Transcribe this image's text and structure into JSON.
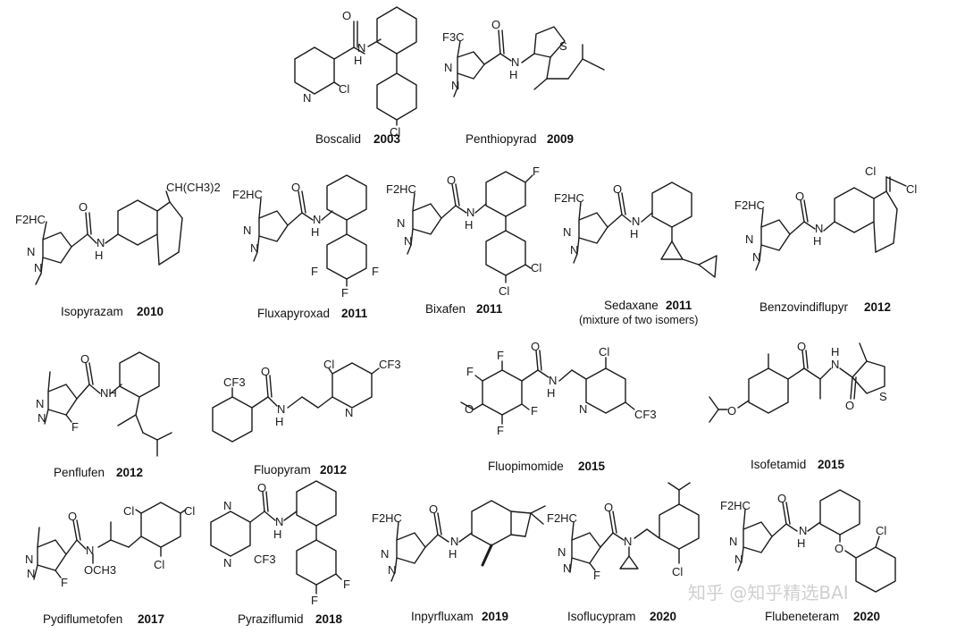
{
  "compounds": [
    {
      "name": "Boscalid",
      "year": "2003"
    },
    {
      "name": "Penthiopyrad",
      "year": "2009"
    },
    {
      "name": "Isopyrazam",
      "year": "2010"
    },
    {
      "name": "Fluxapyroxad",
      "year": "2011"
    },
    {
      "name": "Bixafen",
      "year": "2011"
    },
    {
      "name": "Sedaxane",
      "year": "2011",
      "note": "(mixture of two isomers)"
    },
    {
      "name": "Benzovindiflupyr",
      "year": "2012"
    },
    {
      "name": "Penflufen",
      "year": "2012"
    },
    {
      "name": "Fluopyram",
      "year": "2012"
    },
    {
      "name": "Fluopimomide",
      "year": "2015"
    },
    {
      "name": "Isofetamid",
      "year": "2015"
    },
    {
      "name": "Pydiflumetofen",
      "year": "2017"
    },
    {
      "name": "Pyraziflumid",
      "year": "2018"
    },
    {
      "name": "Inpyrfluxam",
      "year": "2019"
    },
    {
      "name": "Isoflucypram",
      "year": "2020"
    },
    {
      "name": "Flubeneteram",
      "year": "2020"
    }
  ],
  "watermark": "知乎 @知乎精选BAI"
}
